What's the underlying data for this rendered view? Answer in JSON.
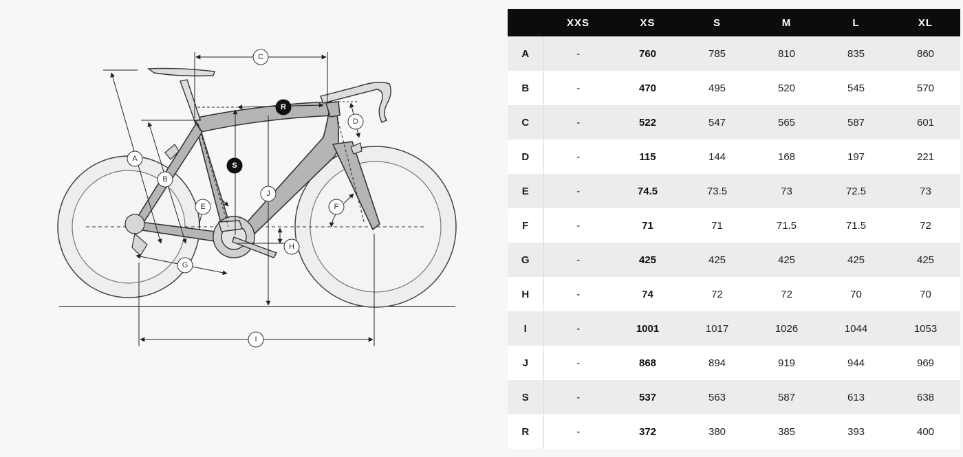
{
  "diagram": {
    "callouts": [
      "A",
      "B",
      "C",
      "D",
      "E",
      "F",
      "G",
      "H",
      "I",
      "J",
      "R",
      "S"
    ]
  },
  "table": {
    "columns": [
      "",
      "XXS",
      "XS",
      "S",
      "M",
      "L",
      "XL"
    ],
    "highlight_column": "XS",
    "rows": [
      {
        "label": "A",
        "values": [
          "-",
          "760",
          "785",
          "810",
          "835",
          "860"
        ]
      },
      {
        "label": "B",
        "values": [
          "-",
          "470",
          "495",
          "520",
          "545",
          "570"
        ]
      },
      {
        "label": "C",
        "values": [
          "-",
          "522",
          "547",
          "565",
          "587",
          "601"
        ]
      },
      {
        "label": "D",
        "values": [
          "-",
          "115",
          "144",
          "168",
          "197",
          "221"
        ]
      },
      {
        "label": "E",
        "values": [
          "-",
          "74.5",
          "73.5",
          "73",
          "72.5",
          "73"
        ]
      },
      {
        "label": "F",
        "values": [
          "-",
          "71",
          "71",
          "71.5",
          "71.5",
          "72"
        ]
      },
      {
        "label": "G",
        "values": [
          "-",
          "425",
          "425",
          "425",
          "425",
          "425"
        ]
      },
      {
        "label": "H",
        "values": [
          "-",
          "74",
          "72",
          "72",
          "70",
          "70"
        ]
      },
      {
        "label": "I",
        "values": [
          "-",
          "1001",
          "1017",
          "1026",
          "1044",
          "1053"
        ]
      },
      {
        "label": "J",
        "values": [
          "-",
          "868",
          "894",
          "919",
          "944",
          "969"
        ]
      },
      {
        "label": "S",
        "values": [
          "-",
          "537",
          "563",
          "587",
          "613",
          "638"
        ]
      },
      {
        "label": "R",
        "values": [
          "-",
          "372",
          "380",
          "385",
          "393",
          "400"
        ]
      }
    ]
  },
  "colors": {
    "header_bg": "#0b0d0c",
    "frame_fill": "#b5b5b5",
    "row_shade": "#ececec"
  }
}
